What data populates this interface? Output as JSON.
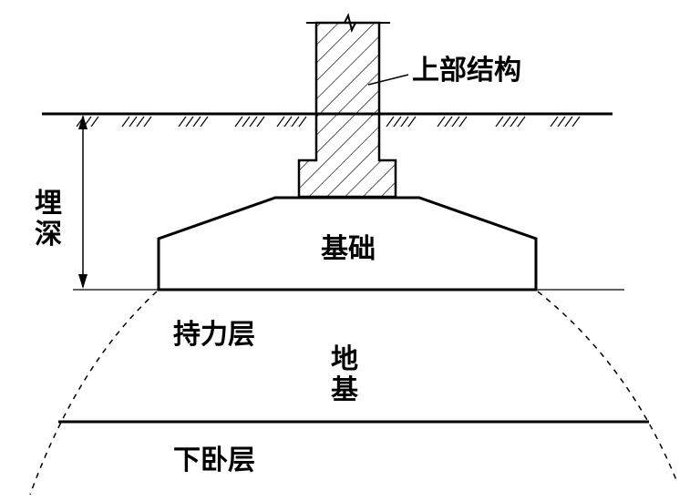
{
  "labels": {
    "upper_structure": "上部结构",
    "embed_depth_1": "埋",
    "embed_depth_2": "深",
    "foundation": "基础",
    "bearing_layer": "持力层",
    "subgrade_1": "地",
    "subgrade_2": "基",
    "underlying_layer": "下卧层"
  },
  "colors": {
    "line": "#000000",
    "background": "#ffffff"
  }
}
